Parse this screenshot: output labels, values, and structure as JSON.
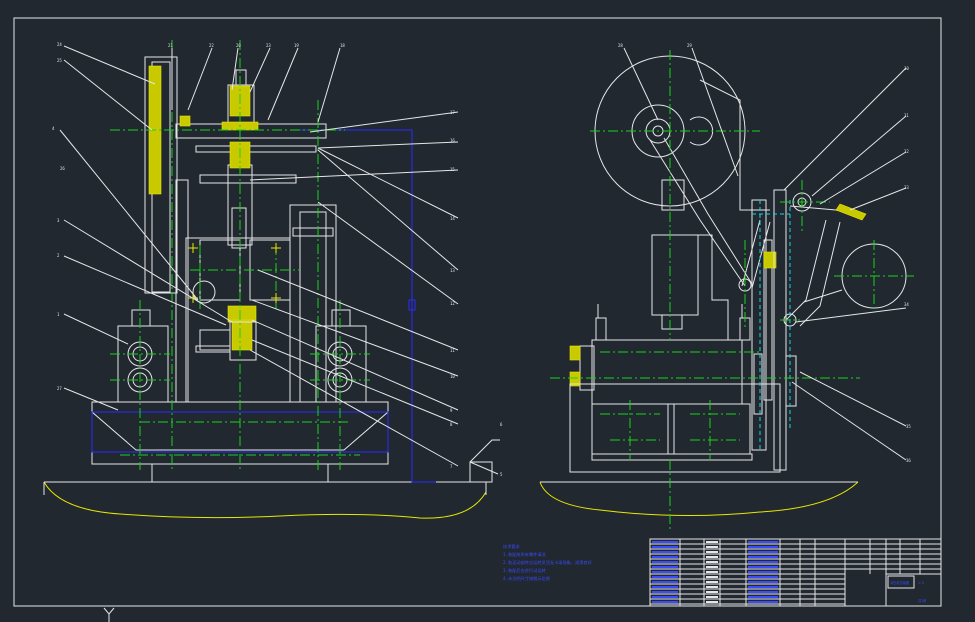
{
  "notes": {
    "heading": "技术要求",
    "lines": [
      "1.装配前所有零件清洗",
      "2.各运动部件应运转灵活无卡滞现象，润滑良好",
      "3.装配后应进行试运转",
      "4.未注明尺寸按图示比例"
    ]
  },
  "left_view_labels": [
    "24",
    "25",
    "21",
    "22",
    "20",
    "23",
    "19",
    "18",
    "17",
    "16",
    "15",
    "14",
    "13",
    "12",
    "11",
    "10",
    "9",
    "8",
    "7",
    "6",
    "5",
    "4",
    "3",
    "2",
    "1",
    "27",
    "26"
  ],
  "right_view_labels": [
    "28",
    "29",
    "30",
    "31",
    "32",
    "33",
    "34",
    "35",
    "36"
  ],
  "title_block": {
    "drawing_title": "冲压机总装图",
    "scale": "1:5",
    "sheet": "共1张"
  },
  "colors": {
    "background": "#212830",
    "outline": "#e6e6e6",
    "centerline": "#18d418",
    "hidden": "#2a2aff",
    "section": "#c9c900",
    "phantom": "#19d6e6"
  }
}
